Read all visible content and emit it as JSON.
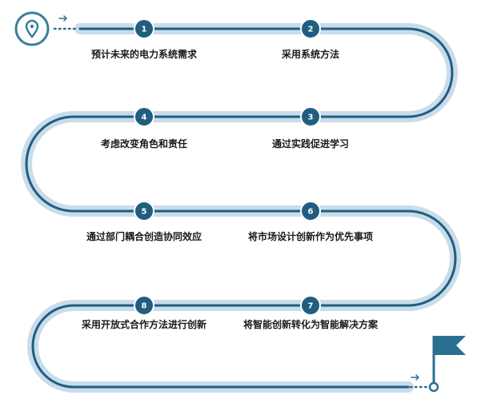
{
  "colors": {
    "track_outer": "#c9dcea",
    "track_inner": "#1f5e80",
    "step_circle": "#1f5e80",
    "pin": "#3b7f9e",
    "flag": "#2a6f91",
    "dots": "#2a6f91"
  },
  "icons": {
    "start": "location-pin-icon",
    "end": "flag-icon",
    "arrows": "arrow-right-icon"
  },
  "steps": [
    {
      "number": "1",
      "label": "预计未来的电力系统需求"
    },
    {
      "number": "2",
      "label": "采用系统方法"
    },
    {
      "number": "3",
      "label": "通过实践促进学习"
    },
    {
      "number": "4",
      "label": "考虑改变角色和责任"
    },
    {
      "number": "5",
      "label": "通过部门耦合创造协同效应"
    },
    {
      "number": "6",
      "label": "将市场设计创新作为优先事项"
    },
    {
      "number": "7",
      "label": "将智能创新转化为智能解决方案"
    },
    {
      "number": "8",
      "label": "采用开放式合作方法进行创新"
    }
  ]
}
